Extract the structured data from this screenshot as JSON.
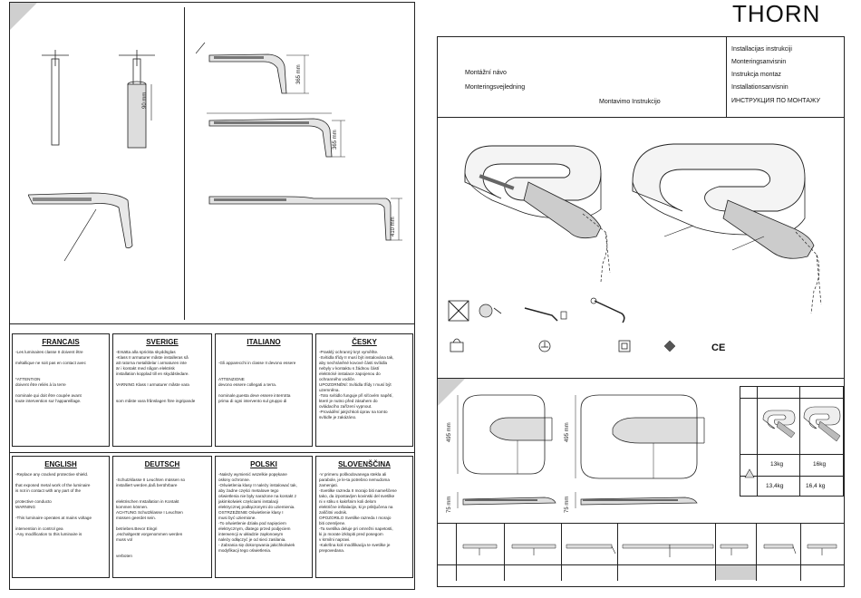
{
  "brand": "THORN",
  "header": {
    "left_lines": [
      "Montážní návo",
      "Monteringsvejledning"
    ],
    "center_line": "Montavimo Instrukcijo",
    "right_lines": [
      "Installacijas instrukciji",
      "Monteringsanvisnin",
      "Instrukcja montaz",
      "Installationsanvisnin",
      "ИНСТРУКЦИЯ ПО МОНТАЖУ"
    ]
  },
  "dimensions": {
    "d90": "90 mm",
    "d365a": "365 mm",
    "d365b": "365 mm",
    "d410": "410 mm",
    "d495a": "495 mm",
    "d495b": "495 mm",
    "d75a": "75 mm",
    "d75b": "75 mm"
  },
  "symbols": {
    "ce": "CE"
  },
  "weights": {
    "row1": [
      "13kg",
      "16kg"
    ],
    "row2": [
      "13,4kg",
      "16,4 kg"
    ]
  },
  "languages": [
    {
      "title": "FRANCAIS",
      "lines": [
        "-Les luminaires classe II doivent être",
        "",
        "métallique ne soit pas en contact avec",
        "",
        "",
        "*ATTENTION",
        "doivent être reliés à la terre",
        "",
        "nominale qui doit être coupée avant",
        "toute intervention sur l'appareillage."
      ]
    },
    {
      "title": "SVERIGE",
      "lines": [
        "-Ersätta alla sprickta skyddsglas",
        "-Klass II armaturer måste installeras så",
        "att ratorna metalldelar i armaturen inte",
        "är i kontakt med någon elektrisk",
        "installation kopplad till en skyddsledare.",
        "",
        "VARNING Klass I armaturer måste vara",
        "",
        "",
        "som måste vara frånslagen före ingripande"
      ]
    },
    {
      "title": "ITALIANO",
      "lines": [
        "",
        "",
        "-Gli apparecchi in classe II devono essere",
        "",
        "",
        "ATTENZIONE",
        "devono essere collegati a terra.",
        "",
        "nominale,questa deve essere interrotta",
        "prima di ogni intervento sul gruppo di"
      ]
    },
    {
      "title": "ČESKY",
      "lines": [
        "-Prasklý ochranný kryt vyměňte.",
        "-Svítidla třídy II musí být instalována tak,",
        " aby nechráněné kovové části svítidla",
        " nebyly v kontaktu s žádnou částí",
        " elektrické instalace zapojenou do",
        " ochranného vodiče.",
        "UPOZORNĚNÍ: Svítidla třídy I musí být",
        "uzemněna.",
        "-Toto svítidlo funguje při síťovém napětí,",
        " které je nutno před zásahem do",
        " ovládacího zařízení vypnout.",
        "-Provádění jakýchkoli úprav na tomto",
        " svítidle je zakázáno."
      ]
    },
    {
      "title": "ENGLISH",
      "lines": [
        "-Replace any cracked protective shield.",
        "",
        "that exposed metal work of the luminaire",
        "is not in contact with any part of the",
        "",
        "protective conducto",
        "WARNING",
        "",
        "-This luminaire operates at mains voltage",
        "",
        "intervention in control gea",
        "-Any modification to this luminaire is"
      ]
    },
    {
      "title": "DEUTSCH",
      "lines": [
        "",
        "-Schutzklasse II Leuchten müssen so",
        "installiert werden,daß berührbare",
        "",
        "",
        "elektrischen Installation in Kontakt",
        "kommen können.",
        "ACHTUNG Schutzklasse I Leuchten",
        "müssen geerdet sein.",
        "",
        "betrieben.Bevor Eingri",
        " ,eschaltgerät vorgenommen werden",
        " muss vol",
        "",
        "",
        "verboten"
      ]
    },
    {
      "title": "POLSKI",
      "lines": [
        "-Należy wymienić wszelkie popękane",
        " osłony ochronne.",
        "-Oświetlenia klasy II należy instalować tak,",
        " aby żadne części metalowe tego",
        " oświetlenia nie były narażone na kontakt z",
        " jakimkolwiek częściami instalacji",
        " elektrycznej podłączonymi do uziemienia.",
        "OSTRZEŻENIE Oświetlenie klasy I",
        " musi być uziemione.",
        "-To oświetlenie działa pod napięciem",
        " elektrycznym, dlatego przed podjęciem",
        " interwencji w układzie zapłonowym",
        " należy odłączyć je od sieci zasilania.",
        "- Zabrania się dokonywania jakichkolwiek",
        " modyfikacji tego oświetlenia."
      ]
    },
    {
      "title": "SLOVENŠČINA",
      "lines": [
        "-V primeru poškodovanega stekla ali",
        " parabole, je le-ta potrebno nemudoma",
        " zamenjati.",
        "-Svetilke razreda II morajo biti nameščene",
        " tako, da izpostavljen kovinski del svetilke",
        " ni v stiku s kakršnim koli delom",
        " električne inštalacije, ki je priključena na",
        " zaščitni vodnik.",
        "OPOZORILO Svetilke razreda I morajo",
        " biti ozemljene.",
        "-Ta svetilka deluje pri omrežni napetosti,",
        " ki jo morate izklopiti pred posegom",
        " v krmilni napravi.",
        "-Kakršna koli modifikacija te svetilke je",
        " prepovedana."
      ]
    }
  ]
}
